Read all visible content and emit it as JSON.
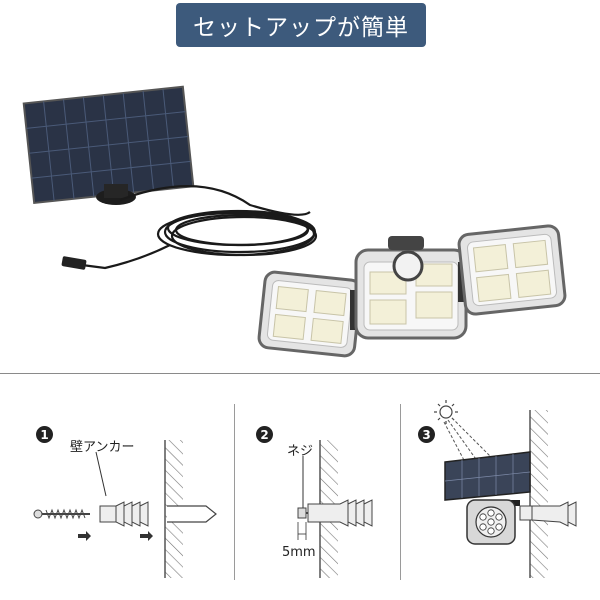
{
  "header": {
    "title": "セットアップが簡単"
  },
  "steps": [
    {
      "number": "1",
      "label": "壁アンカー"
    },
    {
      "number": "2",
      "label": "ネジ",
      "measure": "5mm"
    },
    {
      "number": "3"
    }
  ],
  "colors": {
    "banner": "#3d5a7c",
    "panel": "#2a3346",
    "led": "#f3f0d8"
  }
}
